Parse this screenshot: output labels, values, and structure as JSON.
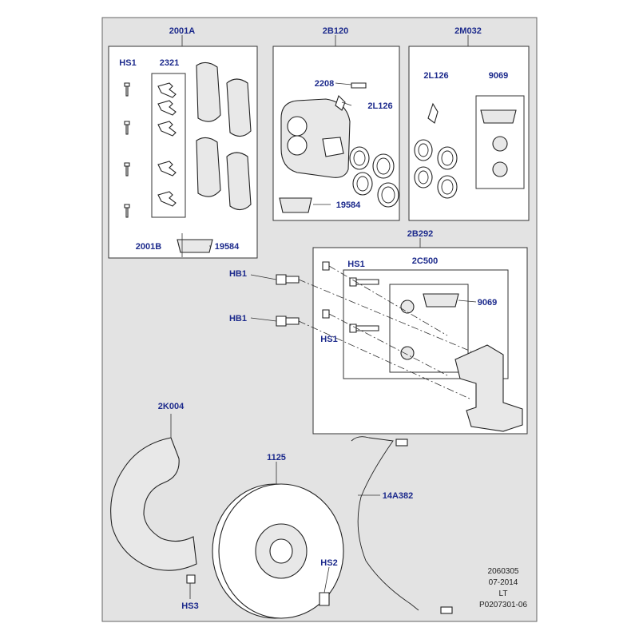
{
  "labels": {
    "pad_kit_front": "2001A",
    "pad_kit_rear": "2001B",
    "bolt": "HS1",
    "clip_set": "2321",
    "caliper": "2B120",
    "bleeder": "2208",
    "bleeder_cap": "2L126",
    "caliper_repair": "2M032",
    "bleeder_cap_2": "2L126",
    "grease_set": "9069",
    "grease": "19584",
    "grease_2": "19584",
    "carrier_kit": "2B292",
    "guide_pin_kit": "2C500",
    "grease_3": "9069",
    "hb1_upper": "HB1",
    "hb1_lower": "HB1",
    "hs1_carrier": "HS1",
    "hs1_carrier_lower": "HS1",
    "shield": "2K004",
    "disc": "1125",
    "sensor": "14A382",
    "hs2": "HS2",
    "hs3": "HS3"
  },
  "footer": {
    "code": "2060305",
    "date": "07-2014",
    "region": "LT",
    "ref": "P0207301-06"
  }
}
